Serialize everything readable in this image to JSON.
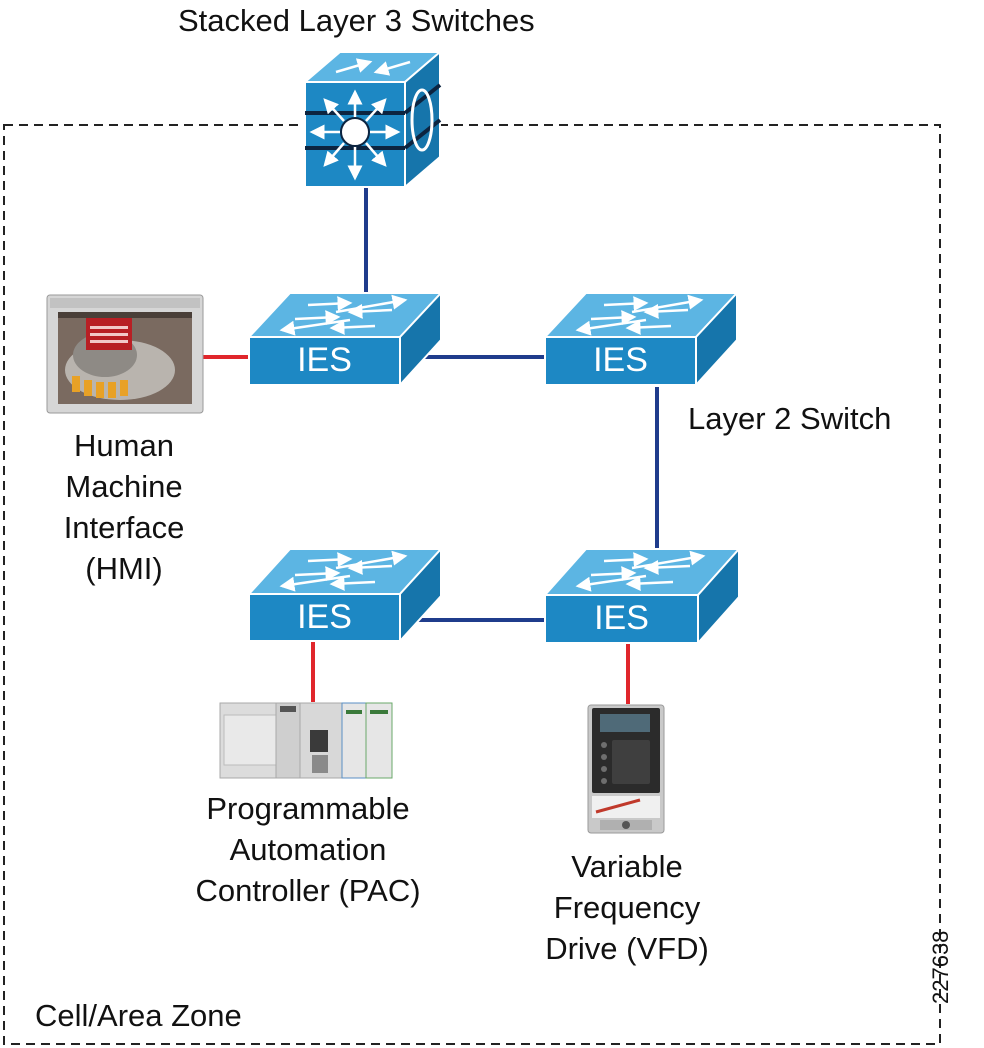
{
  "labels": {
    "l3_title": "Stacked Layer 3 Switches",
    "l2_title": "Layer 2 Switch",
    "zone": "Cell/Area Zone",
    "figure_id": "227638",
    "hmi": [
      "Human",
      "Machine",
      "Interface",
      "(HMI)"
    ],
    "pac": [
      "Programmable",
      "Automation",
      "Controller (PAC)"
    ],
    "vfd": [
      "Variable",
      "Frequency",
      "Drive (VFD)"
    ]
  },
  "switches": [
    {
      "label": "IES"
    },
    {
      "label": "IES"
    },
    {
      "label": "IES"
    },
    {
      "label": "IES"
    }
  ],
  "colors": {
    "switch_front": "#1d88c4",
    "switch_top": "#5cb5e3",
    "switch_side": "#1675ab",
    "link_trunk": "#1f3c8c",
    "link_edge": "#e0262b",
    "zone_border": "#222222"
  }
}
